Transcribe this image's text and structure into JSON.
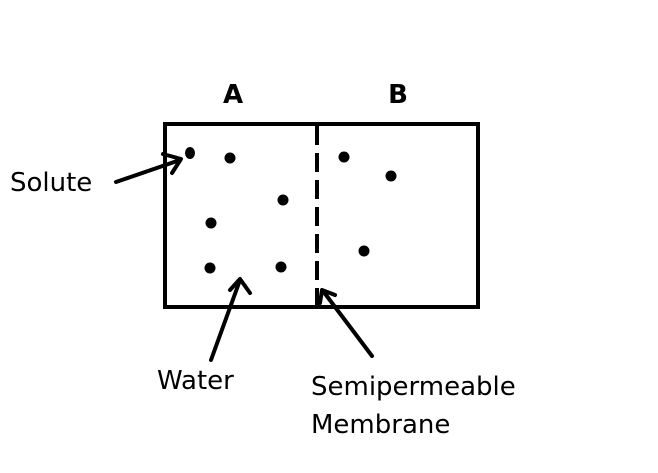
{
  "diagram": {
    "compartment_a_label": "A",
    "compartment_b_label": "B",
    "solute_label": "Solute",
    "water_label": "Water",
    "membrane_label_line1": "Semipermeable",
    "membrane_label_line2": "Membrane"
  },
  "colors": {
    "stroke": "#000000",
    "background": "#ffffff"
  }
}
